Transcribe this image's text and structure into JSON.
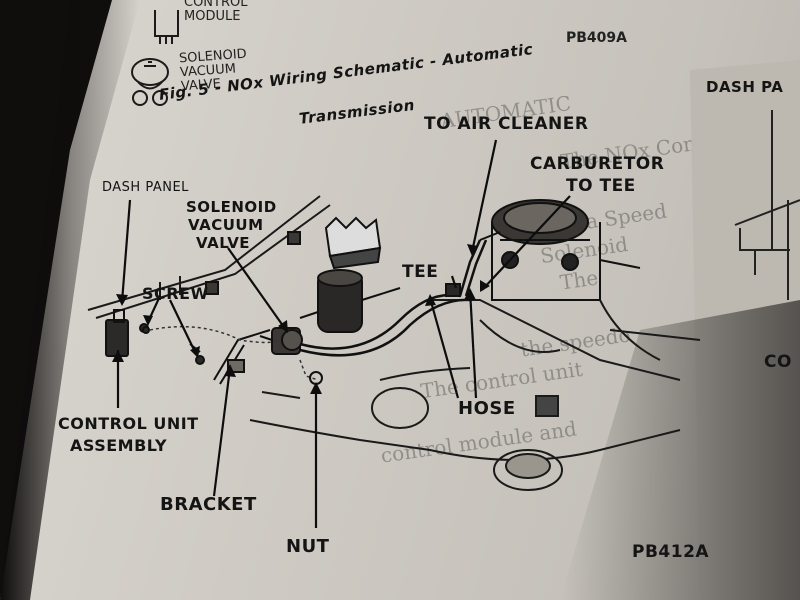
{
  "legend": {
    "control_module": "CONTROL\nMODULE",
    "solenoid_vacuum_valve": "SOLENOID\nVACUUM\nVALVE"
  },
  "figure": {
    "code_top": "PB409A",
    "caption_line1": "Fig. 5 - NOx Wiring Schematic - Automatic",
    "caption_line2": "Transmission",
    "code_bottom": "PB412A"
  },
  "callouts": {
    "to_air_cleaner": "TO AIR CLEANER",
    "carburetor_to_tee_1": "CARBURETOR",
    "carburetor_to_tee_2": "TO TEE",
    "tee": "TEE",
    "dash_panel": "DASH PANEL",
    "solenoid_1": "SOLENOID",
    "solenoid_2": "VACUUM",
    "solenoid_3": "VALVE",
    "screw": "SCREW",
    "control_unit_1": "CONTROL UNIT",
    "control_unit_2": "ASSEMBLY",
    "hose": "HOSE",
    "bracket": "BRACKET",
    "nut": "NUT"
  },
  "right_page": {
    "dash_panel_fragment": "DASH PA",
    "co_fragment": "CO"
  },
  "background_text": {
    "line1": "AUTOMATIC",
    "line2": "The NOx Control",
    "line3": "of a Speed",
    "line4": "Solenoid",
    "line5": "The",
    "line6": "the speedo",
    "line7": "The control unit",
    "line8": "control module and"
  }
}
